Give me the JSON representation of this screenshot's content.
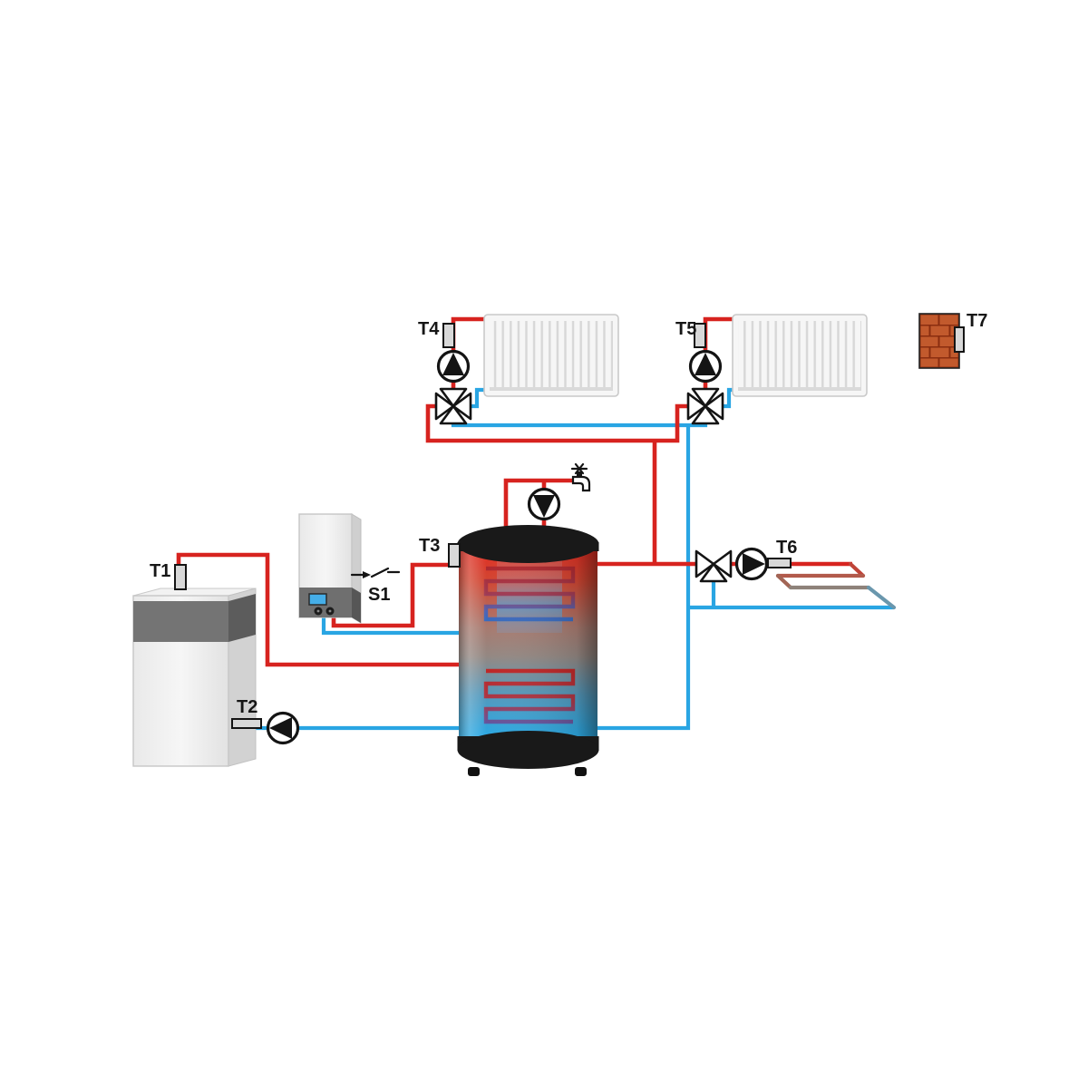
{
  "labels": {
    "t1": "T1",
    "t2": "T2",
    "t3": "T3",
    "t4": "T4",
    "t5": "T5",
    "t6": "T6",
    "t7": "T7",
    "s1": "S1"
  },
  "colors": {
    "hot_pipe": "#d7231f",
    "cold_pipe": "#29a5e3",
    "valve_fill": "#ffffff",
    "outline": "#141414",
    "sensor_fill": "#d8d8d8",
    "brick": "#c25a2d",
    "mortar": "#8a2d10",
    "boiler_band": "#747474",
    "display": "#45aee8"
  },
  "components": {
    "left_boiler": "solid-fuel-boiler",
    "wall_boiler": "wall-hung-boiler",
    "buffer_tank": "buffer-storage-tank",
    "radiator_1": "panel-radiator",
    "radiator_2": "panel-radiator",
    "floor_loop": "underfloor-heating-loop",
    "chimney": "brick-chimney-sensor",
    "pump_radiator_1": "circulation-pump",
    "pump_radiator_2": "circulation-pump",
    "pump_dhw": "circulation-pump",
    "pump_boiler_return": "circulation-pump",
    "pump_floor_loop": "circulation-pump",
    "valve_1": "four-way-mixing-valve",
    "valve_2": "four-way-mixing-valve",
    "valve_3": "three-way-mixing-valve",
    "tap": "hot-water-tap",
    "switch": "electrical-switch"
  }
}
